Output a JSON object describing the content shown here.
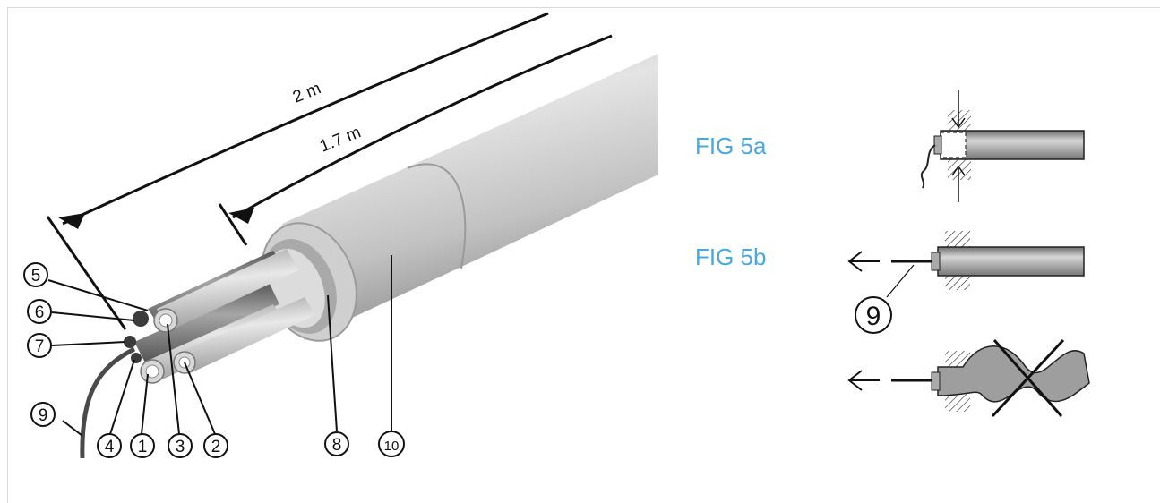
{
  "dimensions": {
    "outer": "2 m",
    "inner": "1.7 m"
  },
  "labels": {
    "n1": "1",
    "n2": "2",
    "n3": "3",
    "n4": "4",
    "n5": "5",
    "n6": "6",
    "n7": "7",
    "n8": "8",
    "n9": "9",
    "n10": "10"
  },
  "figures": {
    "fig_a": "FIG 5a",
    "fig_b": "FIG 5b",
    "fig_b_label": "9"
  },
  "colors": {
    "figure_label": "#4aa8e0",
    "cable": "#bdbdbd",
    "line": "#111111"
  }
}
